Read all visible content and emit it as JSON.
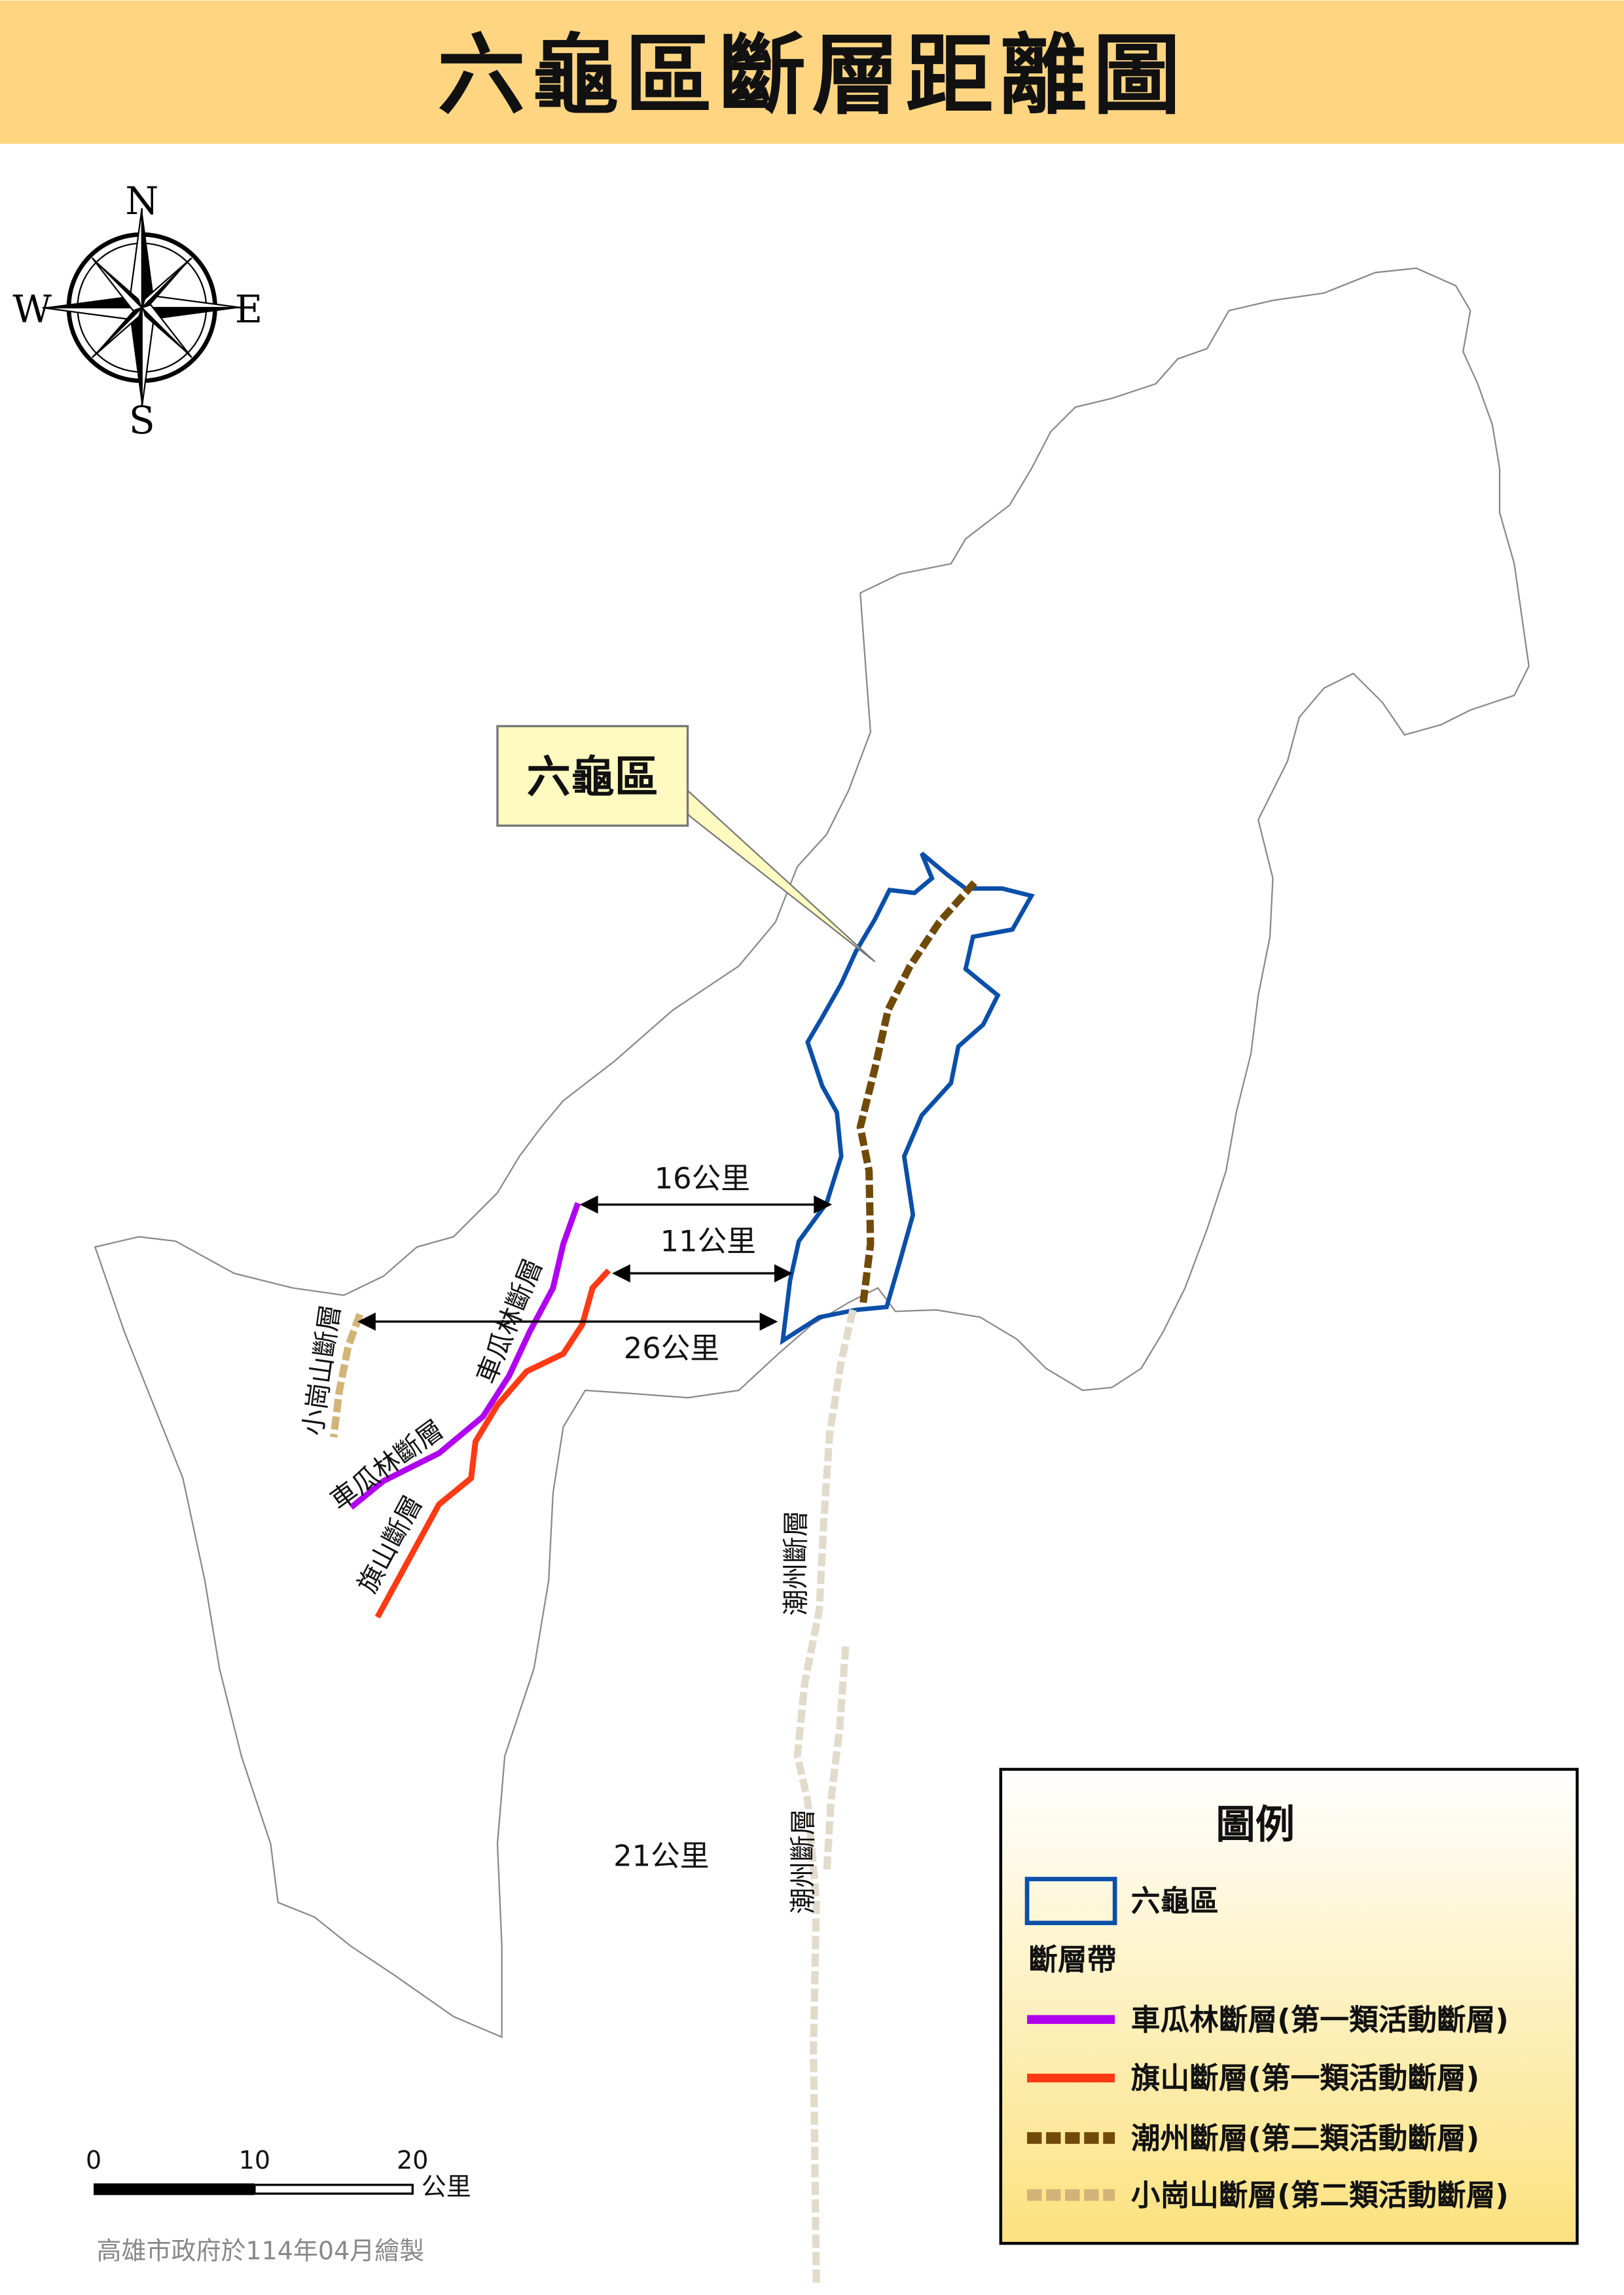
{
  "title": "六龜區斷層距離圖",
  "compass": {
    "n": "N",
    "s": "S",
    "e": "E",
    "w": "W"
  },
  "callout": "六龜區",
  "distances": {
    "d16": "16公里",
    "d11": "11公里",
    "d26": "26公里",
    "d21": "21公里"
  },
  "fault_labels": {
    "xiaogangshan": "小崗山斷層",
    "chegualin_1": "車瓜林斷層",
    "chegualin_2": "車瓜林斷層",
    "qishan": "旗山斷層",
    "chaozhou_1": "潮州斷層",
    "chaozhou_2": "潮州斷層"
  },
  "legend": {
    "title": "圖例",
    "district": "六龜區",
    "fault_zone": "斷層帶",
    "items": [
      {
        "label": "車瓜林斷層(第一類活動斷層)",
        "color": "#B000F0"
      },
      {
        "label": "旗山斷層(第一類活動斷層)",
        "color": "#FF3A14"
      },
      {
        "label": "潮州斷層(第二類活動斷層)",
        "color": "#704A08"
      },
      {
        "label": "小崗山斷層(第二類活動斷層)",
        "color": "#D2B478"
      }
    ]
  },
  "scale": {
    "t0": "0",
    "t10": "10",
    "t20": "20",
    "unit": "公里"
  },
  "credit": "高雄市政府於114年04月繪製",
  "colors": {
    "header": "#FFD581",
    "district_outline": "#0A4FA8",
    "faint_fault": "#E2DACB"
  }
}
